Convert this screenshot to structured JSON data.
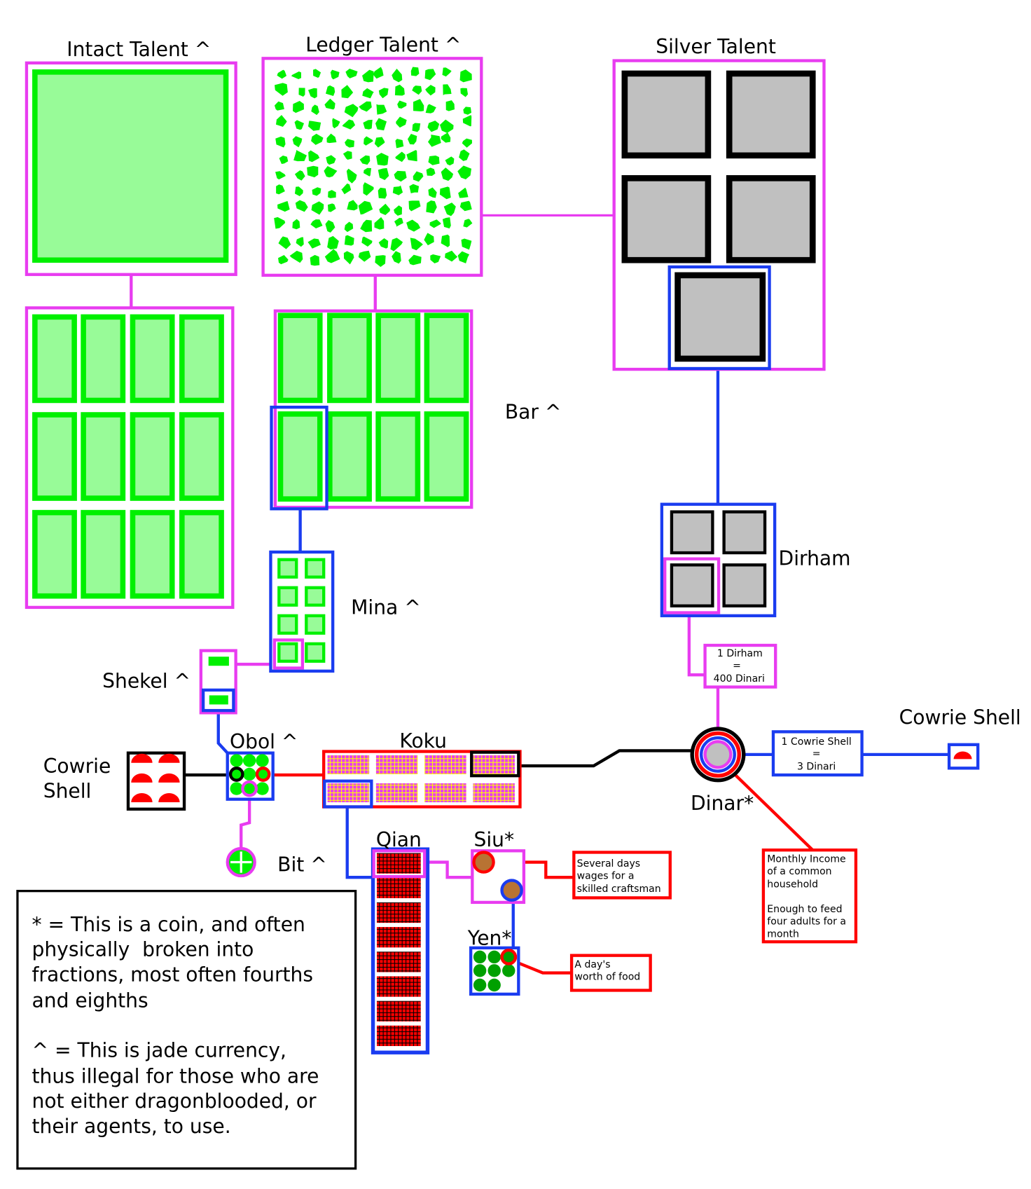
{
  "labels": {
    "intact_talent": "Intact Talent ^",
    "ledger_talent": "Ledger Talent ^",
    "silver_talent": "Silver Talent",
    "bar": "Bar ^",
    "mina": "Mina ^",
    "dirham": "Dirham",
    "shekel": "Shekel ^",
    "obol": "Obol ^",
    "koku": "Koku",
    "cowrie_left": [
      "Cowrie",
      "Shell"
    ],
    "cowrie_right": "Cowrie Shell",
    "dinar": "Dinar*",
    "bit": "Bit ^",
    "qian": "Qian",
    "siu": "Siu*",
    "yen": "Yen*"
  },
  "notes": {
    "dirham_rate": [
      "1 Dirham",
      "=",
      "400 Dinari"
    ],
    "cowrie_rate": [
      "1 Cowrie Shell",
      "=",
      "3 Dinari"
    ],
    "dinar_value": [
      "Monthly Income",
      "of a common",
      "household",
      "",
      "Enough to feed",
      "four adults for a",
      "month"
    ],
    "siu_value": [
      "Several days",
      "wages for a",
      "skilled craftsman"
    ],
    "yen_value": [
      "A day's",
      "worth of food"
    ]
  },
  "legend": [
    "* = This is a coin, and often",
    "physically  broken into",
    "fractions, most often fourths",
    "and eighths",
    "",
    "^ = This is jade currency,",
    "thus illegal for those who are",
    "not either dragonblooded, or",
    "their agents, to use."
  ],
  "colors": {
    "magenta": "#e83cf0",
    "blue": "#1a3cf0",
    "red": "#ff0000",
    "green": "#00f000",
    "light_green": "#98fb98",
    "gray": "#c0c0c0",
    "brown": "#b87333",
    "dark_green": "#00a000",
    "yellow": "#ffff00"
  }
}
